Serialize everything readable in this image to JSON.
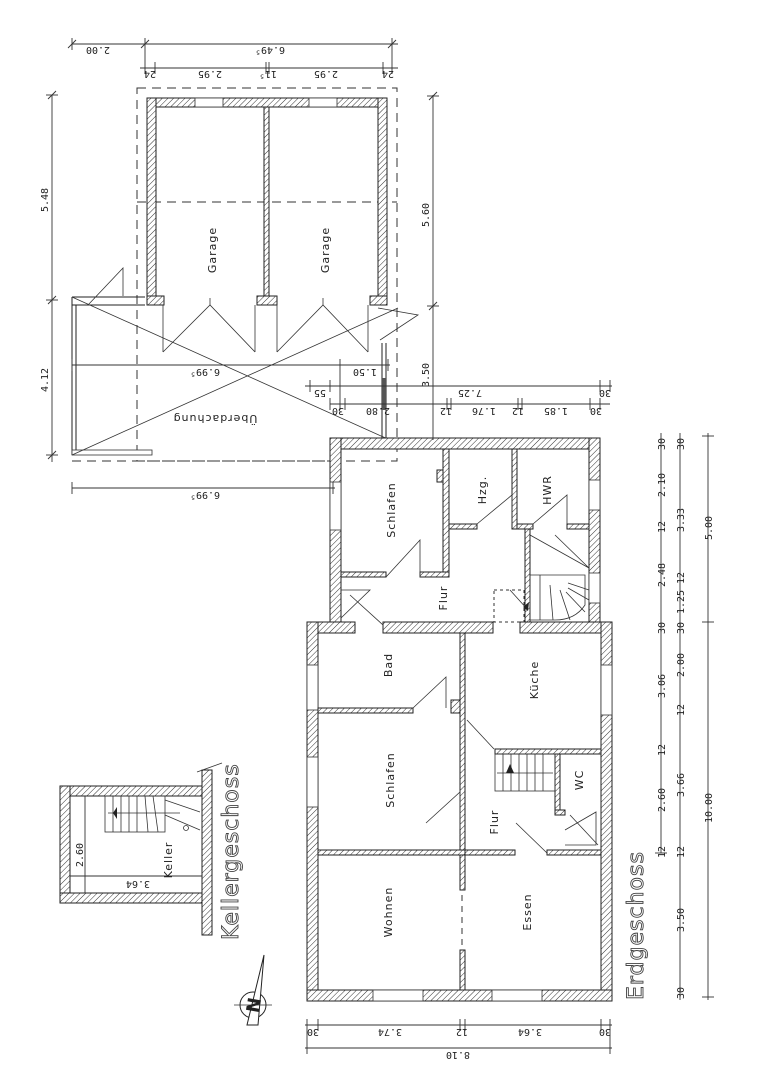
{
  "titles": {
    "ground_floor": "Erdgeschoss",
    "basement": "Kellergeschoss"
  },
  "rooms": {
    "garage_left": "Garage",
    "garage_right": "Garage",
    "carport": "Überdachung",
    "bedroom_upper": "Schlafen",
    "heating": "Hzg.",
    "utility": "HWR",
    "hall_upper": "Flur",
    "bath": "Bad",
    "kitchen": "Küche",
    "bedroom_lower": "Schlafen",
    "wc": "WC",
    "hall_lower": "Flur",
    "living": "Wohnen",
    "dining": "Essen",
    "cellar": "Keller"
  },
  "compass": {
    "label": "N"
  },
  "dimensions": {
    "top_total_left": "2.00",
    "top_total": "6.49⁵",
    "top_seg": [
      "24",
      "2.95",
      "11⁵",
      "2.95",
      "24"
    ],
    "left_upper": "5.48",
    "left_lower": "4.12",
    "garage_right": "5.60",
    "carport_right": "3.50",
    "carport_width": "6.99⁵",
    "carport_width_2": "6.99⁵",
    "carport_seg": "1.50",
    "row_725": [
      "55",
      "7.25",
      "30"
    ],
    "row_main": [
      "30",
      "2.80",
      "12",
      "1.76",
      "12",
      "1.85",
      "30"
    ],
    "right_col1": [
      "30",
      "2.10",
      "12",
      "2.48",
      "30",
      "3.06",
      "12",
      "2.60",
      "12"
    ],
    "right_col2": [
      "30",
      "3.33",
      "12",
      "1.25",
      "30",
      "2.00",
      "12",
      "3.66",
      "12",
      "3.50",
      "30"
    ],
    "right_col3": [
      "5.00",
      "10.00"
    ],
    "bottom_seg": [
      "30",
      "3.74",
      "12",
      "3.64",
      "30"
    ],
    "bottom_total": "8.10",
    "cellar_w": "2.60",
    "cellar_l": "3.64"
  }
}
